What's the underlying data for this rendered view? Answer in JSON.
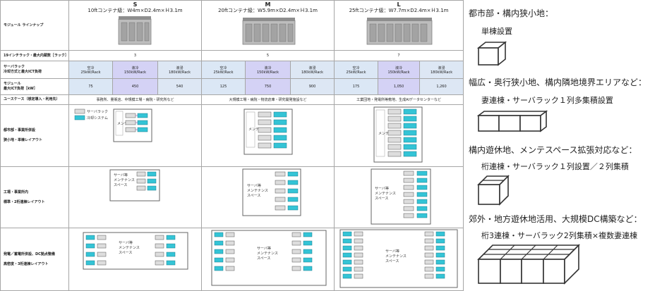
{
  "table": {
    "lineup_label": "モジュール ラインナップ",
    "sizes": [
      {
        "size": "S",
        "desc": "10ftコンテナ級：W4m×D2.4m×Ｈ3.1m",
        "racks": "3",
        "cooling": [
          {
            "type": "空冷",
            "load": "25kW/Rack"
          },
          {
            "type": "液冷",
            "load": "150kW/Rack"
          },
          {
            "type": "液浸",
            "load": "180kW/Rack"
          }
        ],
        "max_load": [
          "75",
          "450",
          "540"
        ],
        "usecase": "事務所、量販店、中規模工場・病院・研究所など"
      },
      {
        "size": "M",
        "desc": "20ftコンテナ級：W5.9m×D2.4m×Ｈ3.1m",
        "racks": "5",
        "cooling": [
          {
            "type": "空冷",
            "load": "25kW/Rack"
          },
          {
            "type": "液冷",
            "load": "150kW/Rack"
          },
          {
            "type": "液浸",
            "load": "180kW/Rack"
          }
        ],
        "max_load": [
          "125",
          "750",
          "900"
        ],
        "usecase": "大規模工場・病院・物流倉庫・研究開発施設など"
      },
      {
        "size": "L",
        "desc": "25ftコンテナ級：W7.7m×D2.4m×Ｈ3.1m",
        "racks": "7",
        "cooling": [
          {
            "type": "空冷",
            "load": "25kW/Rack"
          },
          {
            "type": "液冷",
            "load": "150kW/Rack"
          },
          {
            "type": "液浸",
            "load": "180kW/Rack"
          }
        ],
        "max_load": [
          "175",
          "1,050",
          "1,260"
        ],
        "usecase": "工業団地・発電所等敷地、生成AIデータセンターなど"
      }
    ],
    "row_racks": "19インチラック・最大内蔵数［ラック］",
    "row_cooling": "サーバラック\n冷却方式と最大ICT負荷",
    "row_maxload": "モジュール\n最大ICT負荷［kW］",
    "row_usecase": "ユースケース（想定導入・利用先）",
    "row_layout1": "都市部・事業所併設\n\n狭小地・単棟レイアウト",
    "row_layout2": "工場・事業所内\n\n標準・2桁連棟レイアウト",
    "row_layout3": "発電／蓄電所併設、DC拠点整備\n\n高密度・3桁連棟レイアウト",
    "legend_rack": "サーバラック",
    "legend_cool": "冷却システム",
    "space_label_1": "メンテ",
    "space_label_a": "サーバ等",
    "space_label_b": "メンテナンス",
    "space_label_c": "スペース"
  },
  "right": {
    "items": [
      {
        "title": "都市部・構内狭小地：",
        "sub": "単棟設置"
      },
      {
        "title": "幅広・奥行狭小地、構内隣地境界エリアなど：",
        "sub": "妻連棟・サーバラック１列多集積設置"
      },
      {
        "title": "構内遊休地、メンテスペース拡張対応など：",
        "sub": "桁連棟・サーバラック１列設置／２列集積"
      },
      {
        "title": "郊外・地方遊休地活用、大規模DC構築など：",
        "sub": "桁3連棟・サーバラック2列集積×複数妻連棟"
      }
    ]
  }
}
